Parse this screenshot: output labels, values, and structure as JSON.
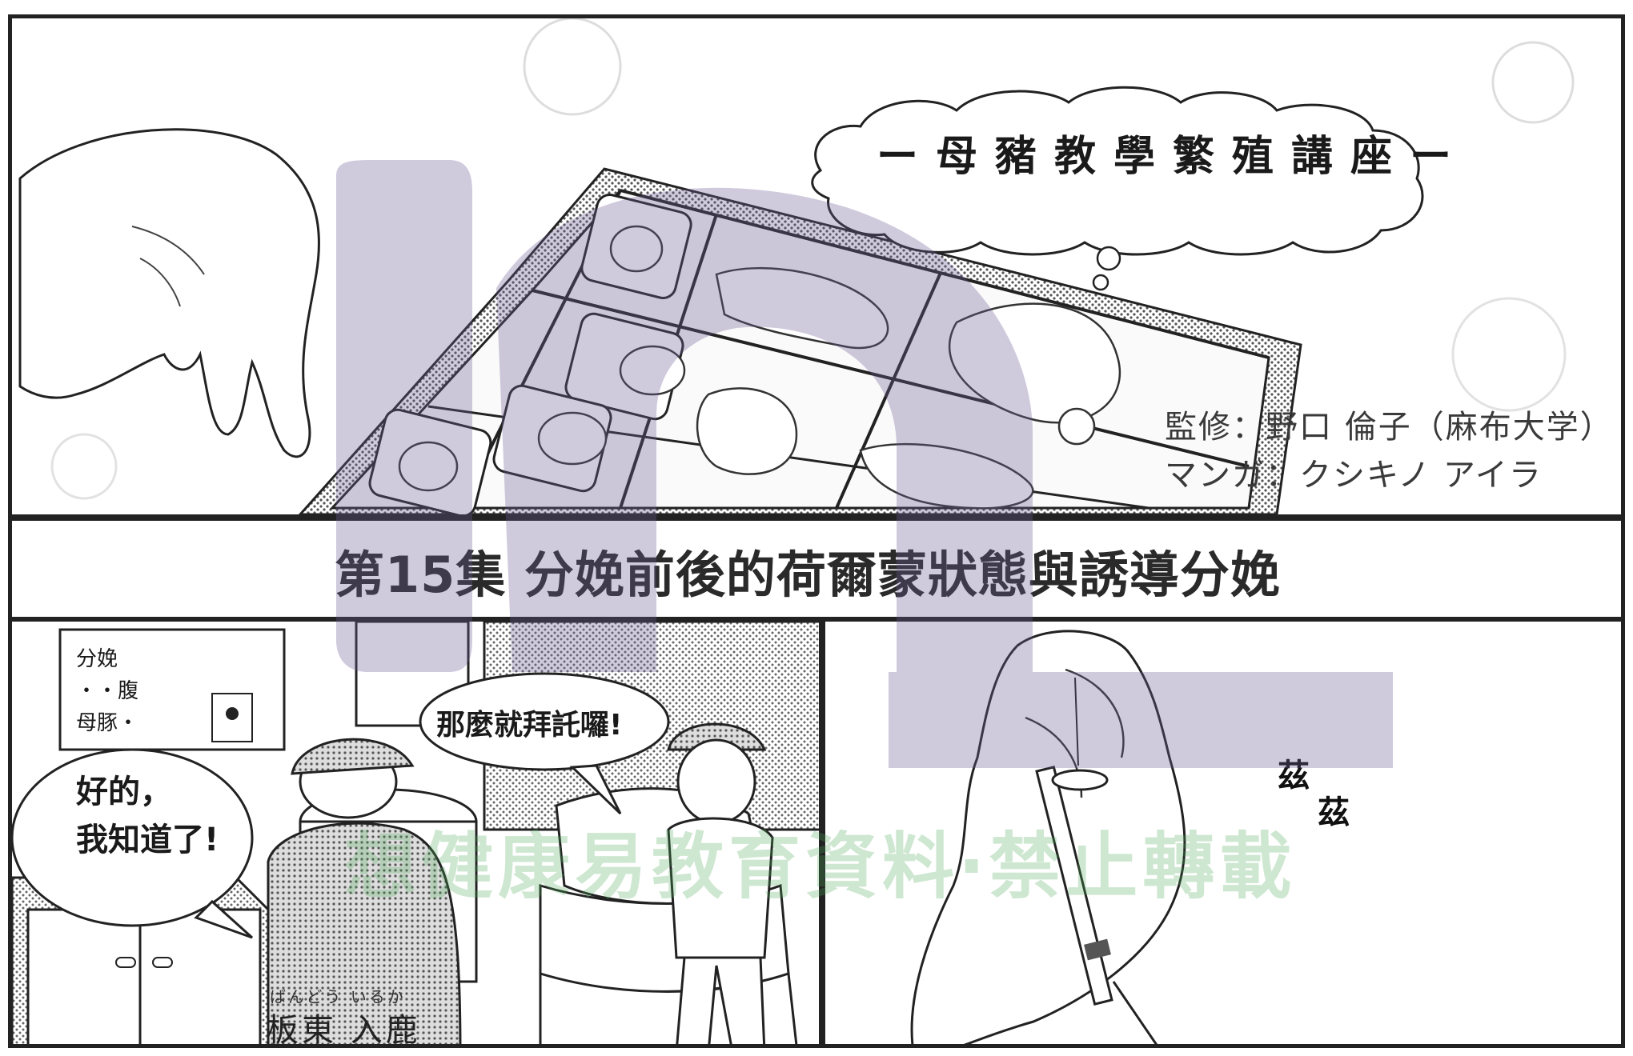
{
  "series_title": "ー母豬教學繁殖講座ー",
  "credits": {
    "supervisor": "監修：野口 倫子（麻布大学）",
    "manga": "マンガ：クシキノ アイラ"
  },
  "episode_title": "第15集 分娩前後的荷爾蒙狀態與誘導分娩",
  "panel_left": {
    "board_lines": [
      "分娩",
      "・・腹",
      "母豚・"
    ],
    "speech_1_line_1": "好的，",
    "speech_1_line_2": "我知道了!",
    "speech_2": "那麼就拜託囉!",
    "name_ruby": "ばんどう いるか",
    "name": "板東 入鹿"
  },
  "panel_right": {
    "sfx_1": "茲",
    "sfx_2": "茲"
  },
  "watermark_text": "想健康易教育資料‧禁止轉載"
}
